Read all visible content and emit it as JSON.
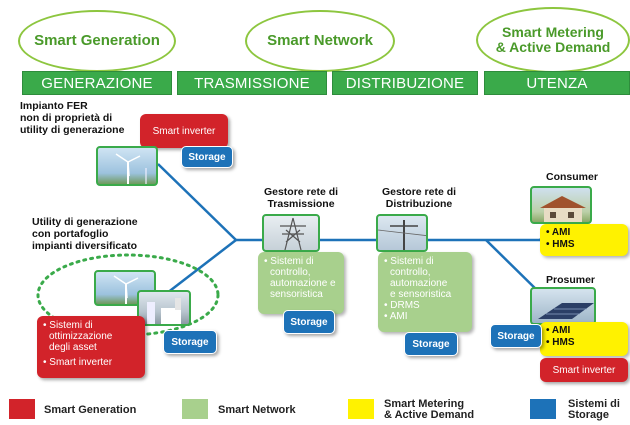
{
  "header": {
    "smart_generation": "Smart Generation",
    "smart_network": "Smart Network",
    "smart_metering_line1": "Smart Metering",
    "smart_metering_line2": "& Active Demand"
  },
  "phases": {
    "generazione": "GENERAZIONE",
    "trasmissione": "TRASMISSIONE",
    "distribuzione": "DISTRIBUZIONE",
    "utenza": "UTENZA"
  },
  "fer_block": {
    "label_line1": "Impianto FER",
    "label_line2": "non di proprietà di",
    "label_line3": "utility di generazione",
    "smart_inverter": "Smart inverter",
    "storage": "Storage"
  },
  "utility_block": {
    "label_line1": "Utility di generazione",
    "label_line2": "con portafoglio",
    "label_line3": "impianti diversificato",
    "sistemi_line1": "• Sistemi di",
    "sistemi_line2": "ottimizzazione",
    "sistemi_line3": "degli asset",
    "smart_inverter": "• Smart inverter",
    "storage": "Storage"
  },
  "trasmissione_block": {
    "title_line1": "Gestore rete di",
    "title_line2": "Trasmissione",
    "item_line1": "• Sistemi di",
    "item_line2": "controllo,",
    "item_line3": "automazione e",
    "item_line4": "sensoristica",
    "storage": "Storage"
  },
  "distribuzione_block": {
    "title_line1": "Gestore rete di",
    "title_line2": "Distribuzione",
    "item_line1": "• Sistemi di",
    "item_line2": "controllo,",
    "item_line3": "automazione",
    "item_line4": "e sensoristica",
    "item_drms": "• DRMS",
    "item_ami": "• AMI",
    "storage": "Storage"
  },
  "consumer_block": {
    "title": "Consumer",
    "ami": "• AMI",
    "hms": "• HMS"
  },
  "prosumer_block": {
    "title": "Prosumer",
    "ami": "• AMI",
    "hms": "• HMS",
    "storage": "Storage",
    "smart_inverter": "Smart inverter"
  },
  "legend": {
    "smart_generation": "Smart Generation",
    "smart_network": "Smart Network",
    "smart_metering_line1": "Smart Metering",
    "smart_metering_line2": "& Active Demand",
    "sistemi_line1": "Sistemi di",
    "sistemi_line2": "Storage"
  },
  "colors": {
    "red": "#d2232a",
    "green_light": "#a8d08d",
    "yellow": "#fff200",
    "blue": "#1d72b8",
    "phase_green": "#3aaa4a",
    "network_line": "#1d72b8"
  }
}
